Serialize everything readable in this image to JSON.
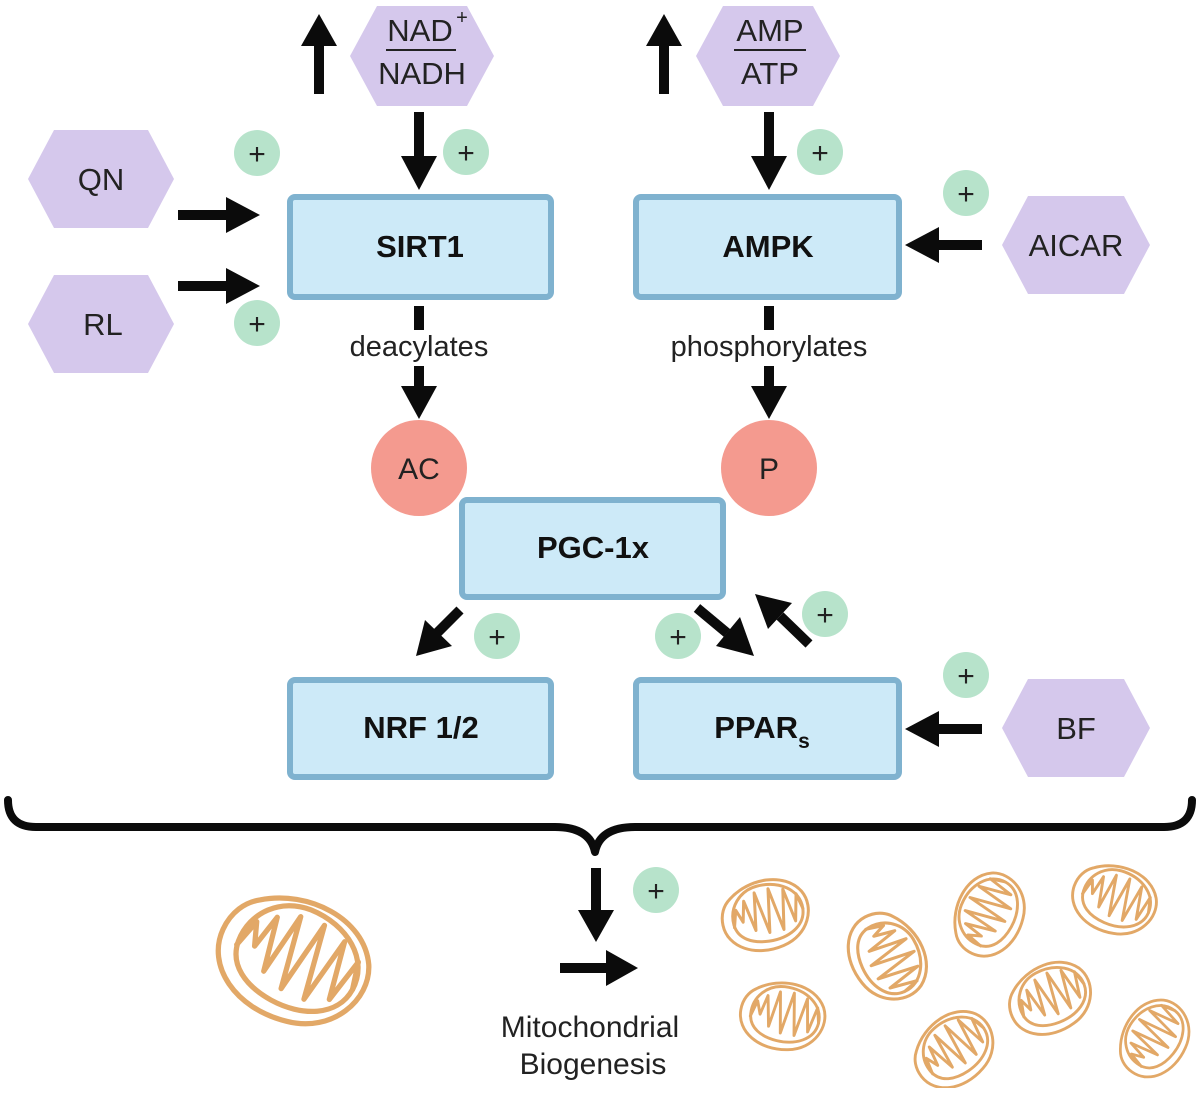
{
  "diagram": {
    "nodes": {
      "sirt1": "SIRT1",
      "ampk": "AMPK",
      "pgc1": "PGC-1x",
      "nrf": "NRF 1/2",
      "ppar_main": "PPAR",
      "ppar_sub": "s"
    },
    "molecules": {
      "nad_top": "NAD",
      "nad_sup": "+",
      "nad_bottom": "NADH",
      "amp_top": "AMP",
      "amp_bottom": "ATP",
      "qn": "QN",
      "rl": "RL",
      "aicar": "AICAR",
      "bf": "BF"
    },
    "modifications": {
      "acetyl": "AC",
      "phospho": "P"
    },
    "edge_labels": {
      "sirt1_action": "deacylates",
      "ampk_action": "phosphorylates"
    },
    "plus_sign": "+",
    "outcome": {
      "line1": "Mitochondrial",
      "line2": "Biogenesis"
    },
    "colors": {
      "box_fill": "#cdeaf8",
      "box_stroke": "#7fb2cf",
      "hexagon": "#d5c8ec",
      "plus_circle": "#b7e3cb",
      "modification_circle": "#f49a8f",
      "mitochondria": "#e2a867",
      "arrow": "#0b0b0b"
    }
  }
}
